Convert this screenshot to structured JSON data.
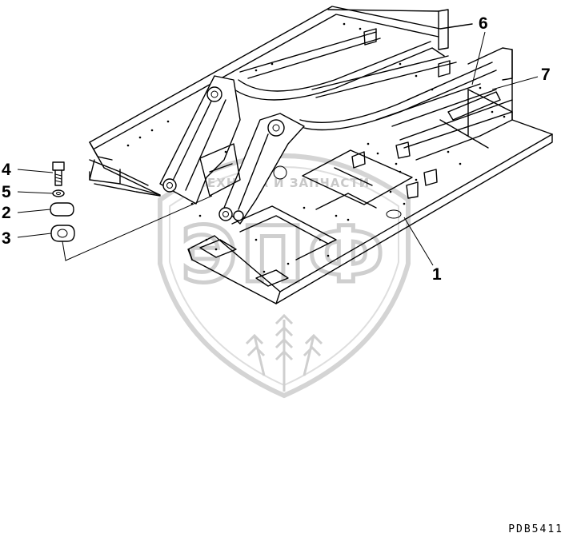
{
  "diagram": {
    "drawing_code": "PDB5411",
    "watermark": {
      "logo_text": "ЭПФ",
      "slogan": "ТЕХНИКА И ЗАПЧАСТИ"
    },
    "callouts": [
      {
        "id": "4",
        "label": "4"
      },
      {
        "id": "5",
        "label": "5"
      },
      {
        "id": "2",
        "label": "2"
      },
      {
        "id": "3",
        "label": "3"
      },
      {
        "id": "6",
        "label": "6"
      },
      {
        "id": "7",
        "label": "7"
      },
      {
        "id": "1",
        "label": "1"
      }
    ]
  }
}
